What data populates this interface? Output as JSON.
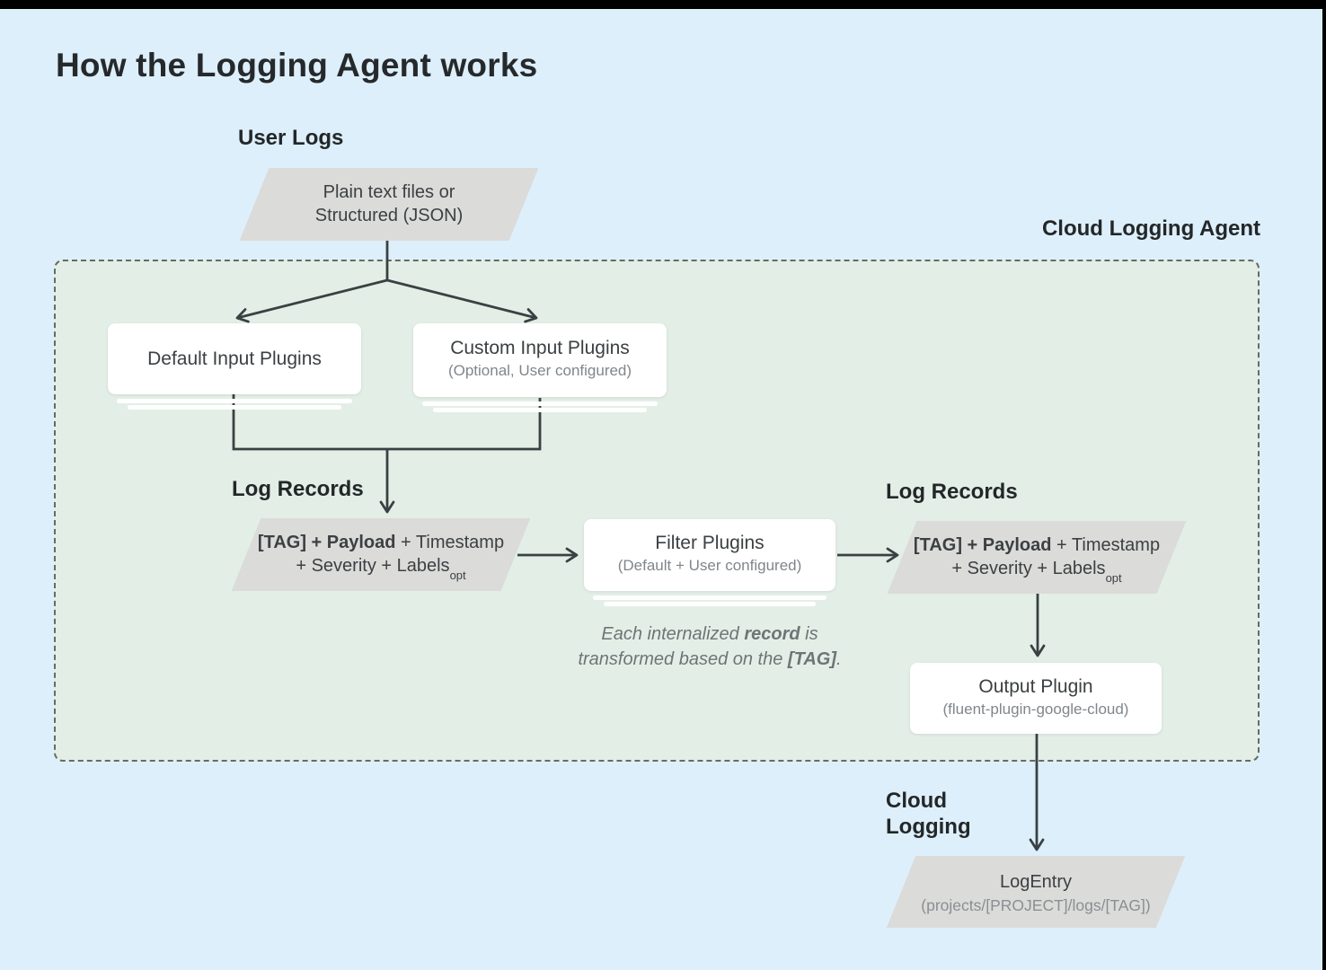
{
  "title": "How the Logging Agent works",
  "labels": {
    "user_logs": "User Logs",
    "cloud_logging_agent": "Cloud Logging Agent",
    "log_records_left": "Log Records",
    "log_records_right": "Log Records",
    "cloud_line1": "Cloud",
    "cloud_line2": "Logging"
  },
  "nodes": {
    "user_input": {
      "line1": "Plain text files or",
      "line2": "Structured (JSON)"
    },
    "default_input": {
      "title": "Default Input Plugins"
    },
    "custom_input": {
      "title": "Custom Input Plugins",
      "subtitle": "(Optional, User configured)"
    },
    "filter": {
      "title": "Filter Plugins",
      "subtitle": "(Default + User configured)"
    },
    "output": {
      "title": "Output Plugin",
      "subtitle": "(fluent-plugin-google-cloud)"
    },
    "log_entry": {
      "title": "LogEntry",
      "subtitle": "(projects/[PROJECT]/logs/[TAG])"
    },
    "log_record": {
      "bold": "[TAG] + Payload",
      "rest1": " + Timestamp",
      "line2_start": "+ Severity + Labels",
      "subscript": "opt"
    }
  },
  "note": {
    "part1": "Each internalized ",
    "bold1": "record",
    "part2": " is",
    "part3": "transformed based on the ",
    "bold2": "[TAG]",
    "part4": "."
  },
  "colors": {
    "background": "#ddeffa",
    "agent_region_fill": "#e3efe6",
    "shape_fill": "#dbdbd9",
    "card_fill": "#ffffff",
    "text_primary": "#3c4043",
    "text_secondary": "#80868b",
    "line": "#3a4043",
    "dashed_border": "#656b66",
    "frame_bar": "#000000"
  }
}
